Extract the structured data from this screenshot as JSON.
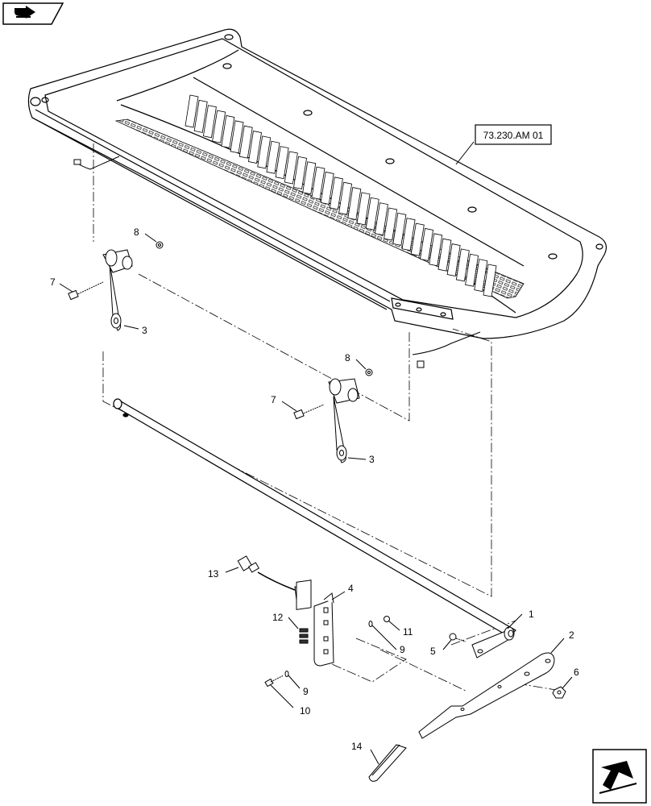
{
  "reference": {
    "label": "73.230.AM 01"
  },
  "callouts": [
    {
      "id": "1",
      "label": "1"
    },
    {
      "id": "2",
      "label": "2"
    },
    {
      "id": "3a",
      "label": "3"
    },
    {
      "id": "3b",
      "label": "3"
    },
    {
      "id": "4",
      "label": "4"
    },
    {
      "id": "5",
      "label": "5"
    },
    {
      "id": "6",
      "label": "6"
    },
    {
      "id": "7a",
      "label": "7"
    },
    {
      "id": "7b",
      "label": "7"
    },
    {
      "id": "8a",
      "label": "8"
    },
    {
      "id": "8b",
      "label": "8"
    },
    {
      "id": "9a",
      "label": "9"
    },
    {
      "id": "9b",
      "label": "9"
    },
    {
      "id": "10",
      "label": "10"
    },
    {
      "id": "11",
      "label": "11"
    },
    {
      "id": "12",
      "label": "12"
    },
    {
      "id": "13",
      "label": "13"
    },
    {
      "id": "14",
      "label": "14"
    }
  ],
  "navigation": {
    "top_left_icon": "back-arrow-icon",
    "bottom_right_icon": "next-arrow-icon"
  }
}
